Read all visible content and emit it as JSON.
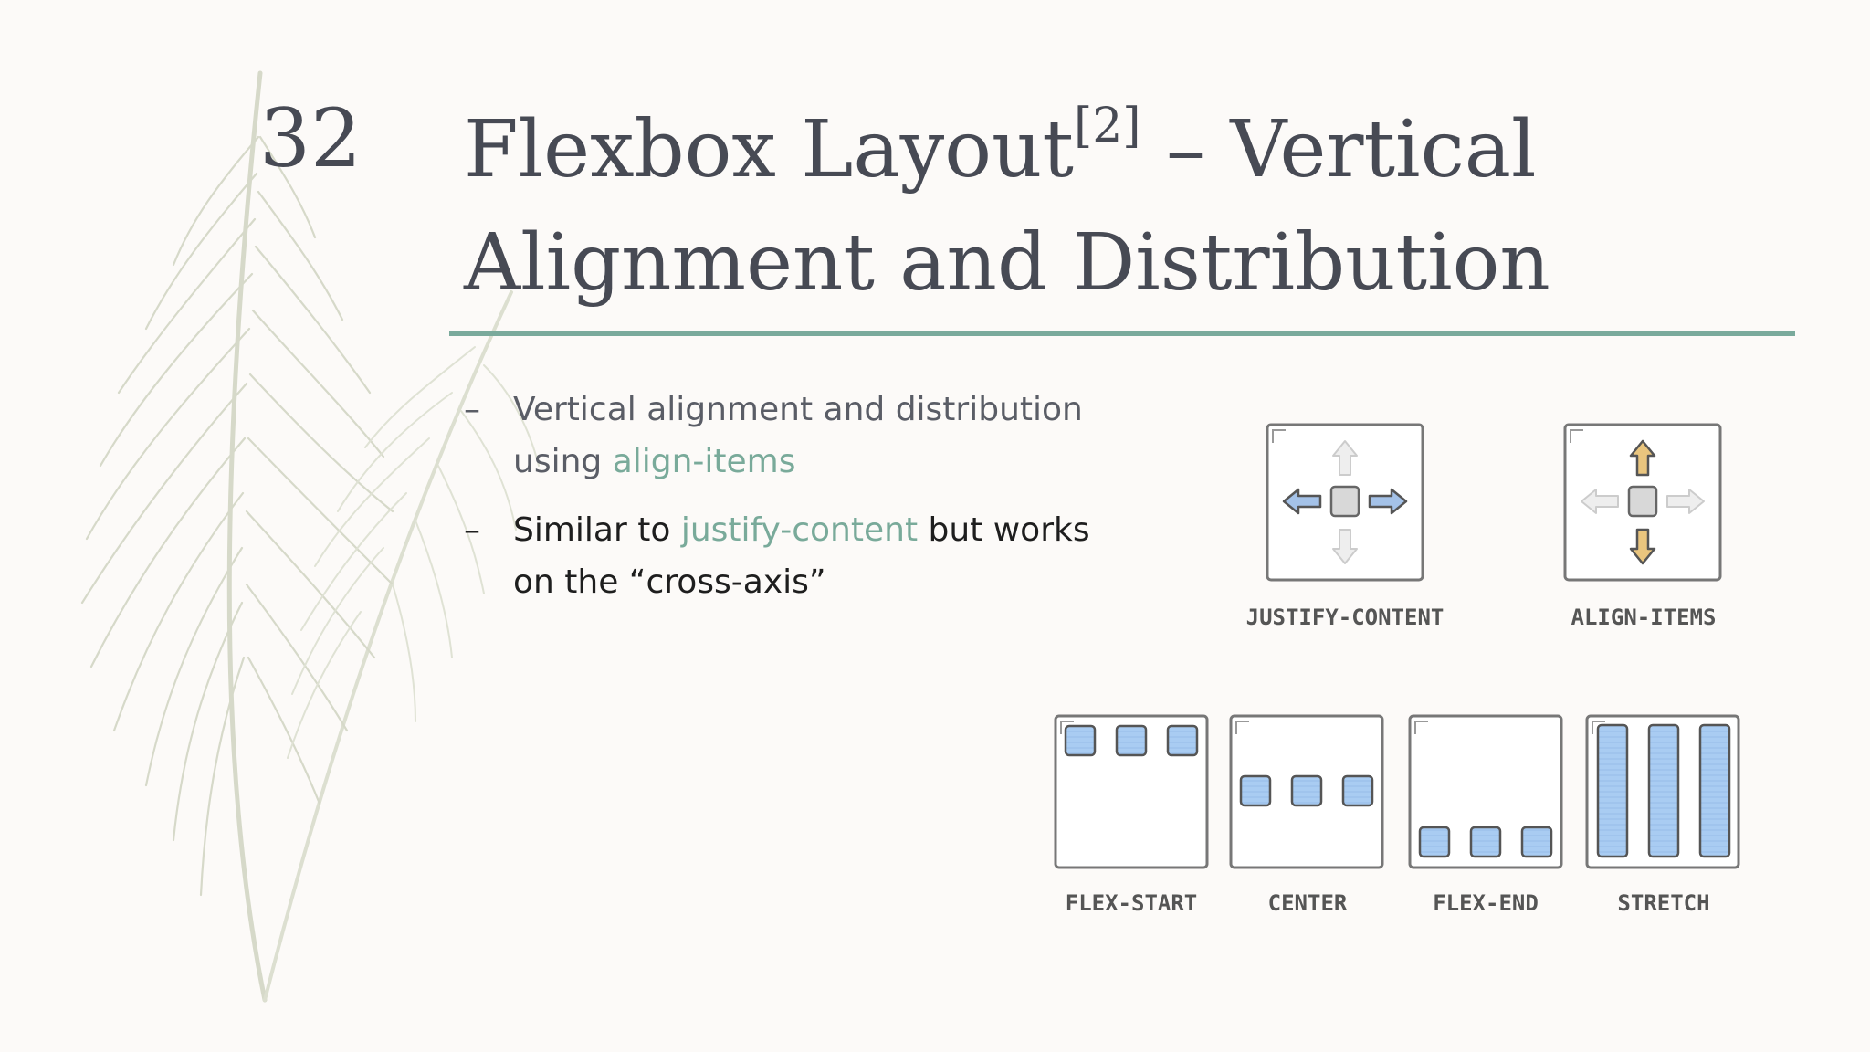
{
  "slide": {
    "number": "32",
    "title_part1": "Flexbox Layout",
    "title_ref": "[2]",
    "title_part2": " – Vertical Alignment and Distribution"
  },
  "bullets": [
    {
      "dash": "–",
      "before": "Vertical alignment and distribution using ",
      "keyword": "align-items",
      "after": ""
    },
    {
      "dash": "–",
      "before": "Similar to ",
      "keyword": "justify-content",
      "after": " but works on the “cross-axis”"
    }
  ],
  "diagram": {
    "top_labels": [
      "JUSTIFY-CONTENT",
      "ALIGN-ITEMS"
    ],
    "bottom_labels": [
      "FLEX-START",
      "CENTER",
      "FLEX-END",
      "STRETCH"
    ]
  },
  "colors": {
    "accent": "#7aaa9c",
    "title_text": "#474a54",
    "item_blue": "#a9ccf2",
    "arrow_yellow": "#e9c57e",
    "arrow_blue": "#a4c2e8"
  }
}
